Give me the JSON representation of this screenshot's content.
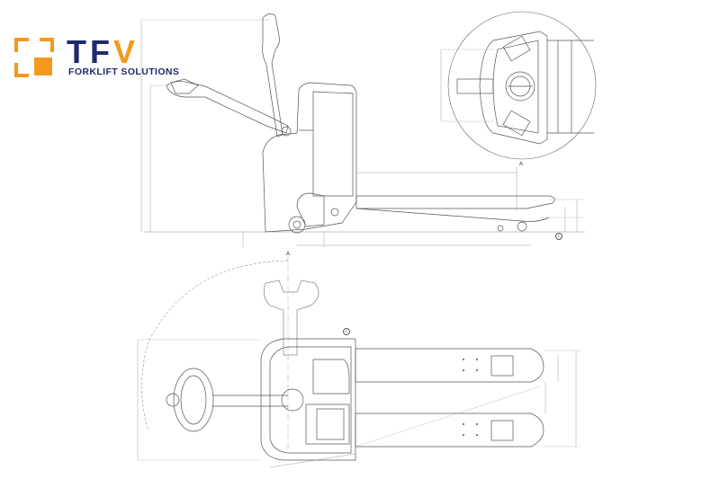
{
  "brand": {
    "name_part1": "TF",
    "name_part2": "V",
    "tagline": "FORKLIFT SOLUTIONS",
    "colors": {
      "navy": "#1f2a6e",
      "orange": "#f39a1e"
    }
  },
  "drawing": {
    "detail_label_top": "A",
    "detail_label_bottom": "A",
    "circled_mark_side": "C",
    "circled_mark_plan": "C",
    "line_color": "#555555"
  }
}
